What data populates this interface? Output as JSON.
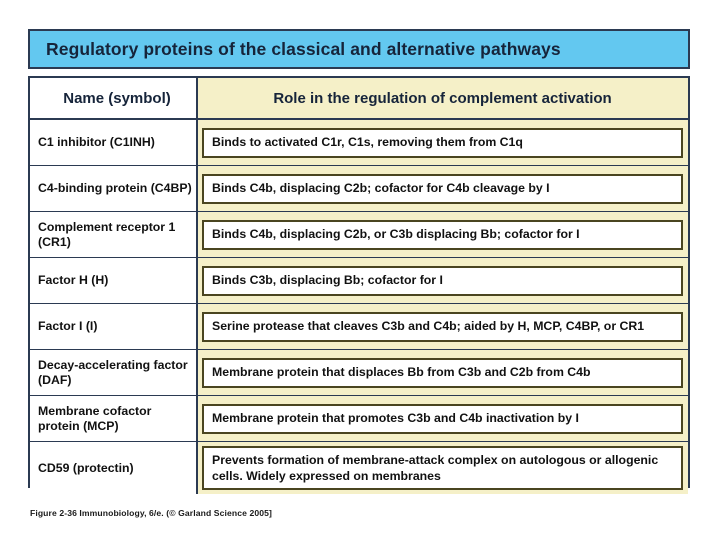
{
  "figure": {
    "title": "Regulatory proteins of the classical and alternative pathways",
    "caption": "Figure 2-36  Immunobiology, 6/e. (© Garland Science 2005]",
    "colors": {
      "title_bar": "#63c8f0",
      "header_row": "#a9ddf5",
      "frame_border": "#2b3a52",
      "role_cell_background": "#f5f0c8",
      "role_box_border": "#4a4520"
    }
  },
  "table": {
    "columns": [
      "Name (symbol)",
      "Role in the regulation of complement activation"
    ],
    "rows": [
      {
        "name": "C1 inhibitor (C1INH)",
        "role": "Binds to activated C1r, C1s,  removing them from C1q"
      },
      {
        "name": "C4-binding protein (C4BP)",
        "role": "Binds C4b, displacing C2b; cofactor for C4b  cleavage by I"
      },
      {
        "name": "Complement receptor 1 (CR1)",
        "role": "Binds C4b, displacing C2b, or  C3b displacing Bb; cofactor for I"
      },
      {
        "name": "Factor H (H)",
        "role": "Binds C3b, displacing Bb; cofactor for I"
      },
      {
        "name": "Factor I (I)",
        "role": "Serine protease that cleaves C3b and C4b; aided by H, MCP, C4BP, or CR1"
      },
      {
        "name": "Decay-accelerating factor (DAF)",
        "role": "Membrane protein that displaces Bb  from C3b  and  C2b  from C4b"
      },
      {
        "name": "Membrane cofactor protein (MCP)",
        "role": "Membrane protein that promotes C3b and C4b inactivation  by I"
      },
      {
        "name": "CD59 (protectin)",
        "role": "Prevents formation of membrane-attack  complex on autologous or allogenic cells.  Widely  expressed on  membranes"
      }
    ]
  }
}
